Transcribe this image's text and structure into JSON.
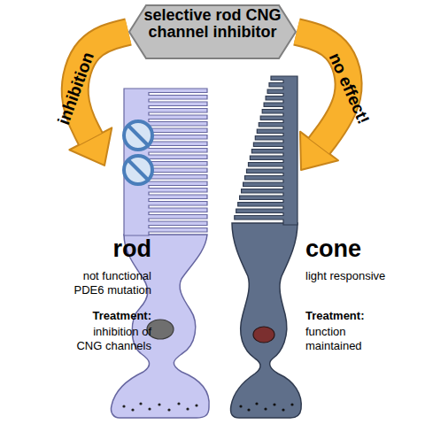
{
  "diagram": {
    "nodes": [
      {
        "text": [
          "selective rod CNG channel inhibitor"
        ]
      },
      {
        "text": [
          "rod",
          "not functional PDE6 mutation",
          "Treatment:",
          "inhibition of CNG channels"
        ]
      },
      {
        "text": [
          "cone",
          "light responsive",
          "Treatment:",
          "function maintained"
        ]
      }
    ],
    "edges": [
      {
        "from": 0,
        "to": 1,
        "arrow": "to",
        "label": "inhibition"
      },
      {
        "from": 0,
        "to": 2,
        "arrow": "to",
        "label": "no effect!"
      }
    ]
  }
}
